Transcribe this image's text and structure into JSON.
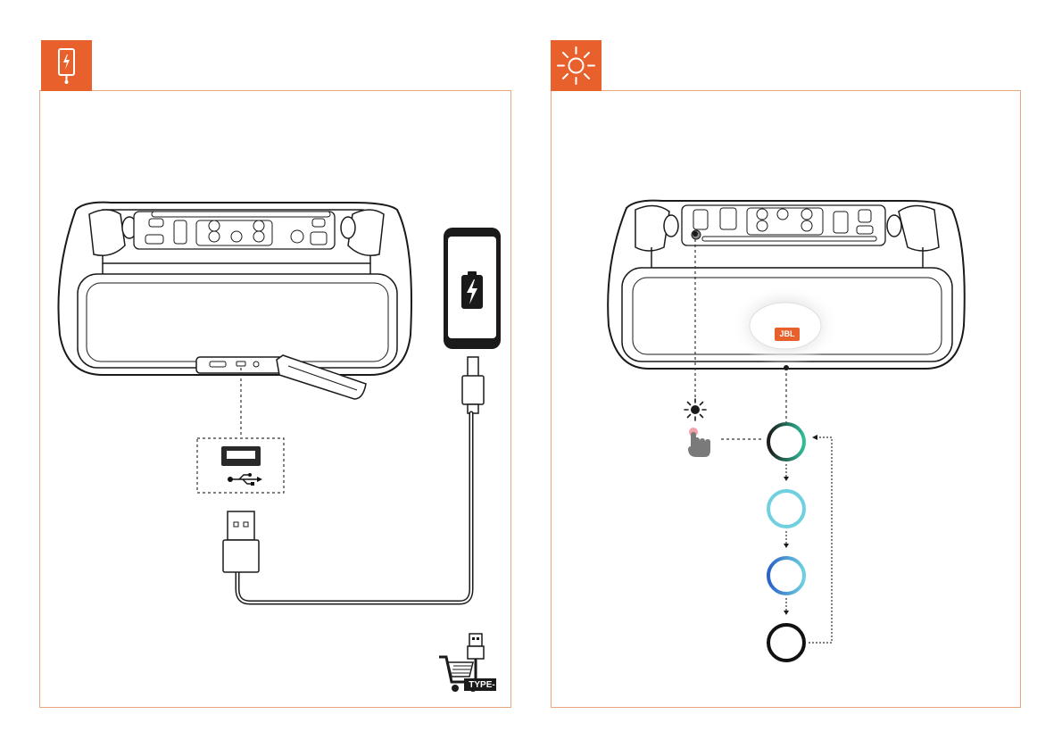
{
  "panels": {
    "left": {
      "tab_icon": "battery-charge-icon"
    },
    "right": {
      "tab_icon": "sun-light-icon"
    }
  },
  "left_panel": {
    "device": "speaker-rear-view",
    "port_icon": "usb-symbol-icon",
    "phone_icon": "battery-charging-icon",
    "cable": "usb-a-to-usb-c-cable",
    "type_label": "TYPE-A",
    "cart_icon": "shopping-cart-icon"
  },
  "right_panel": {
    "device": "speaker-top-view",
    "logo_text": "JBL",
    "light_icon": "sun-small-icon",
    "press_icon": "finger-press-icon",
    "ring_sequence": [
      {
        "name": "ring-multicolor",
        "gradient": [
          "#1a1a1a",
          "#2fbf9a"
        ]
      },
      {
        "name": "ring-cyan",
        "gradient": [
          "#6fd0e0",
          "#6fd0e0"
        ]
      },
      {
        "name": "ring-blue",
        "gradient": [
          "#2a62c8",
          "#6fd0e0"
        ]
      },
      {
        "name": "ring-off",
        "gradient": [
          "#111111",
          "#111111"
        ]
      }
    ]
  },
  "colors": {
    "accent": "#e8612c",
    "border": "#e8a77f"
  }
}
